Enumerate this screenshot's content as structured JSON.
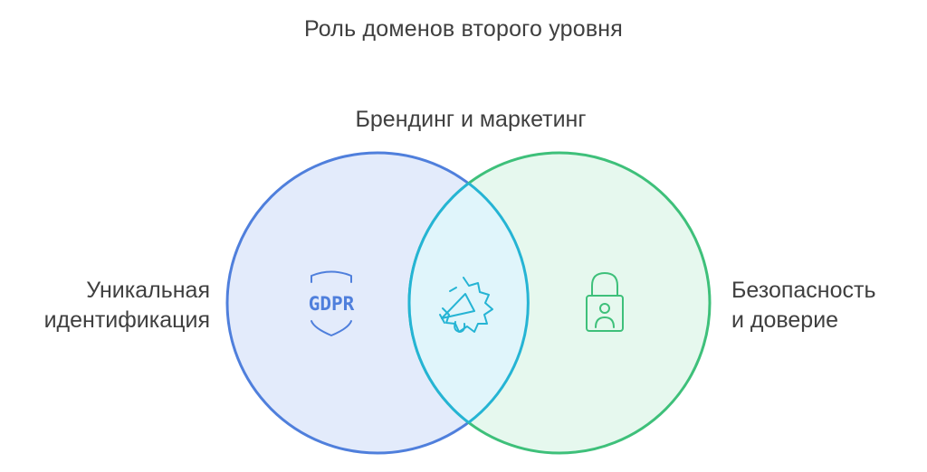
{
  "title": "Роль доменов второго уровня",
  "sets": {
    "left": {
      "label_lines": [
        "Уникальная",
        "идентификация"
      ],
      "icon": "gdpr-shield-icon",
      "icon_text": "GDPR",
      "color": "#4f7fdc",
      "fill": "#e3ebfb"
    },
    "right": {
      "label_lines": [
        "Безопасность",
        "и доверие"
      ],
      "icon": "lock-user-icon",
      "color": "#3ec07a",
      "fill": "#e6f8ee"
    },
    "overlap": {
      "label": "Брендинг и маркетинг",
      "icon": "megaphone-badge-icon",
      "color": "#25b4d4",
      "fill": "#e0f5fb"
    }
  }
}
